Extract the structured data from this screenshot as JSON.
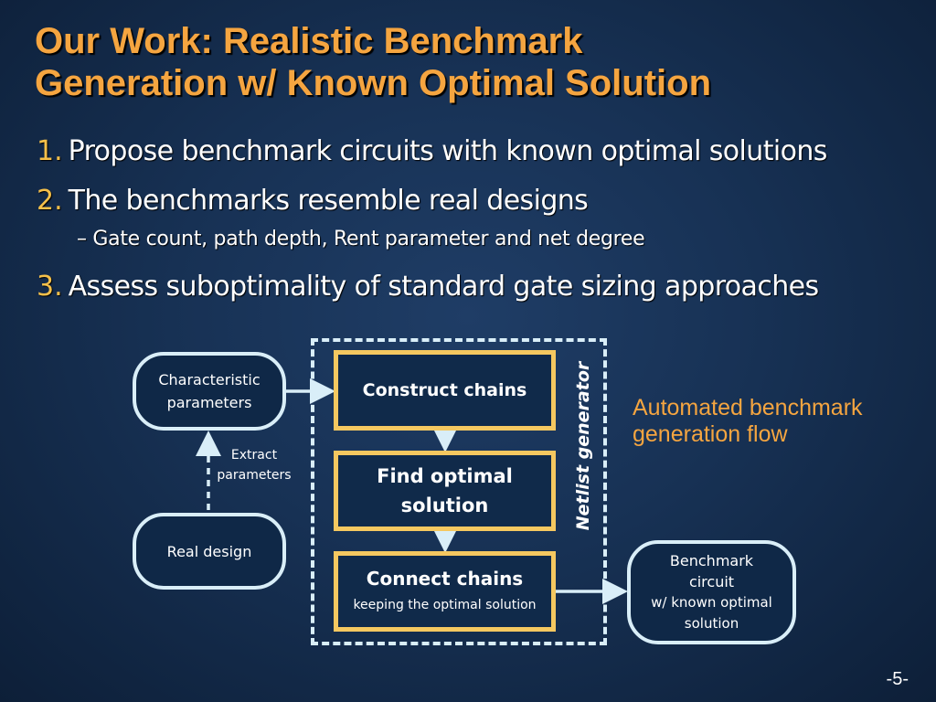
{
  "slide": {
    "title_line1": "Our Work: Realistic Benchmark",
    "title_line2": "Generation w/ Known Optimal Solution",
    "bullets": [
      {
        "num": "1.",
        "text": "Propose benchmark circuits with known optimal solutions"
      },
      {
        "num": "2.",
        "text": "The benchmarks resemble real designs"
      },
      {
        "num": "3.",
        "text": "Assess suboptimality of standard gate sizing approaches"
      }
    ],
    "sub_bullet": "– Gate count, path depth, Rent parameter and net degree",
    "page_number": "-5-"
  },
  "diagram": {
    "characteristic_line1": "Characteristic",
    "characteristic_line2": "parameters",
    "real_design": "Real design",
    "extract_line1": "Extract",
    "extract_line2": "parameters",
    "construct_chains": "Construct chains",
    "find_line1": "Find optimal",
    "find_line2": "solution",
    "connect_chains": "Connect chains",
    "connect_sub": "keeping the optimal solution",
    "netlist_generator": "Netlist generator",
    "benchmark_line1": "Benchmark",
    "benchmark_line2": "circuit",
    "benchmark_line3": "w/ known optimal",
    "benchmark_line4": "solution",
    "flow_note_line1": "Automated benchmark",
    "flow_note_line2": "generation flow"
  },
  "colors": {
    "title": "#f5a540",
    "bullet_number": "#f5c04a",
    "box_outline": "#d9eef8",
    "process_box_outline": "#f5c860",
    "flow_note": "#f5a540"
  }
}
